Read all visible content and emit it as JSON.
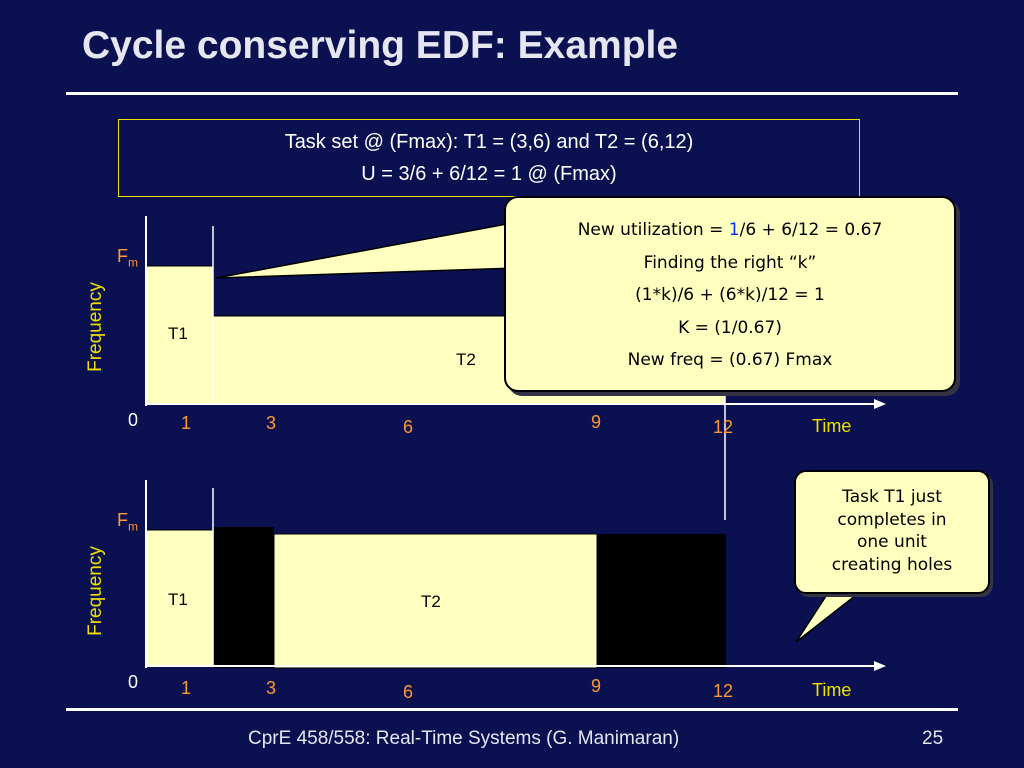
{
  "slide": {
    "title": "Cycle conserving EDF: Example",
    "taskset_line1": "Task set @ (Fmax): T1 = (3,6) and T2 = (6,12)",
    "taskset_line2": "U = 3/6 + 6/12 = 1 @ (Fmax)",
    "footer": "CprE 458/558: Real-Time Systems (G. Manimaran)",
    "page_number": "25"
  },
  "callout_top": {
    "line1_prefix": "New utilization = ",
    "line1_highlight": "1",
    "line1_suffix": "/6 + 6/12 = 0.67",
    "line2": "Finding the right “k”",
    "line3": "(1*k)/6 + (6*k)/12 = 1",
    "line4": "K = (1/0.67)",
    "line5": "New freq = (0.67) Fmax"
  },
  "callout_bottom": {
    "line1": "Task T1 just",
    "line2": "completes in",
    "line3": "one unit",
    "line4": "creating holes"
  },
  "chart_top": {
    "ylabel": "Frequency",
    "fm_label": "F",
    "fm_sub": "m",
    "origin": "0",
    "ticks": {
      "t1": "1",
      "t3": "3",
      "t6": "6",
      "t9": "9",
      "t12": "12"
    },
    "xlabel": "Time",
    "t1_label": "T1",
    "t2_label": "T2"
  },
  "chart_bottom": {
    "ylabel": "Frequency",
    "fm_label": "F",
    "fm_sub": "m",
    "origin": "0",
    "ticks": {
      "t1": "1",
      "t3": "3",
      "t6": "6",
      "t9": "9",
      "t12": "12"
    },
    "xlabel": "Time",
    "t1_label": "T1",
    "t2_label": "T2"
  },
  "colors": {
    "background": "#0a1050",
    "task_fill": "#ffffc0",
    "accent_yellow": "#f0e000",
    "tick_orange": "#ff9830",
    "hole_fill": "#000000"
  }
}
